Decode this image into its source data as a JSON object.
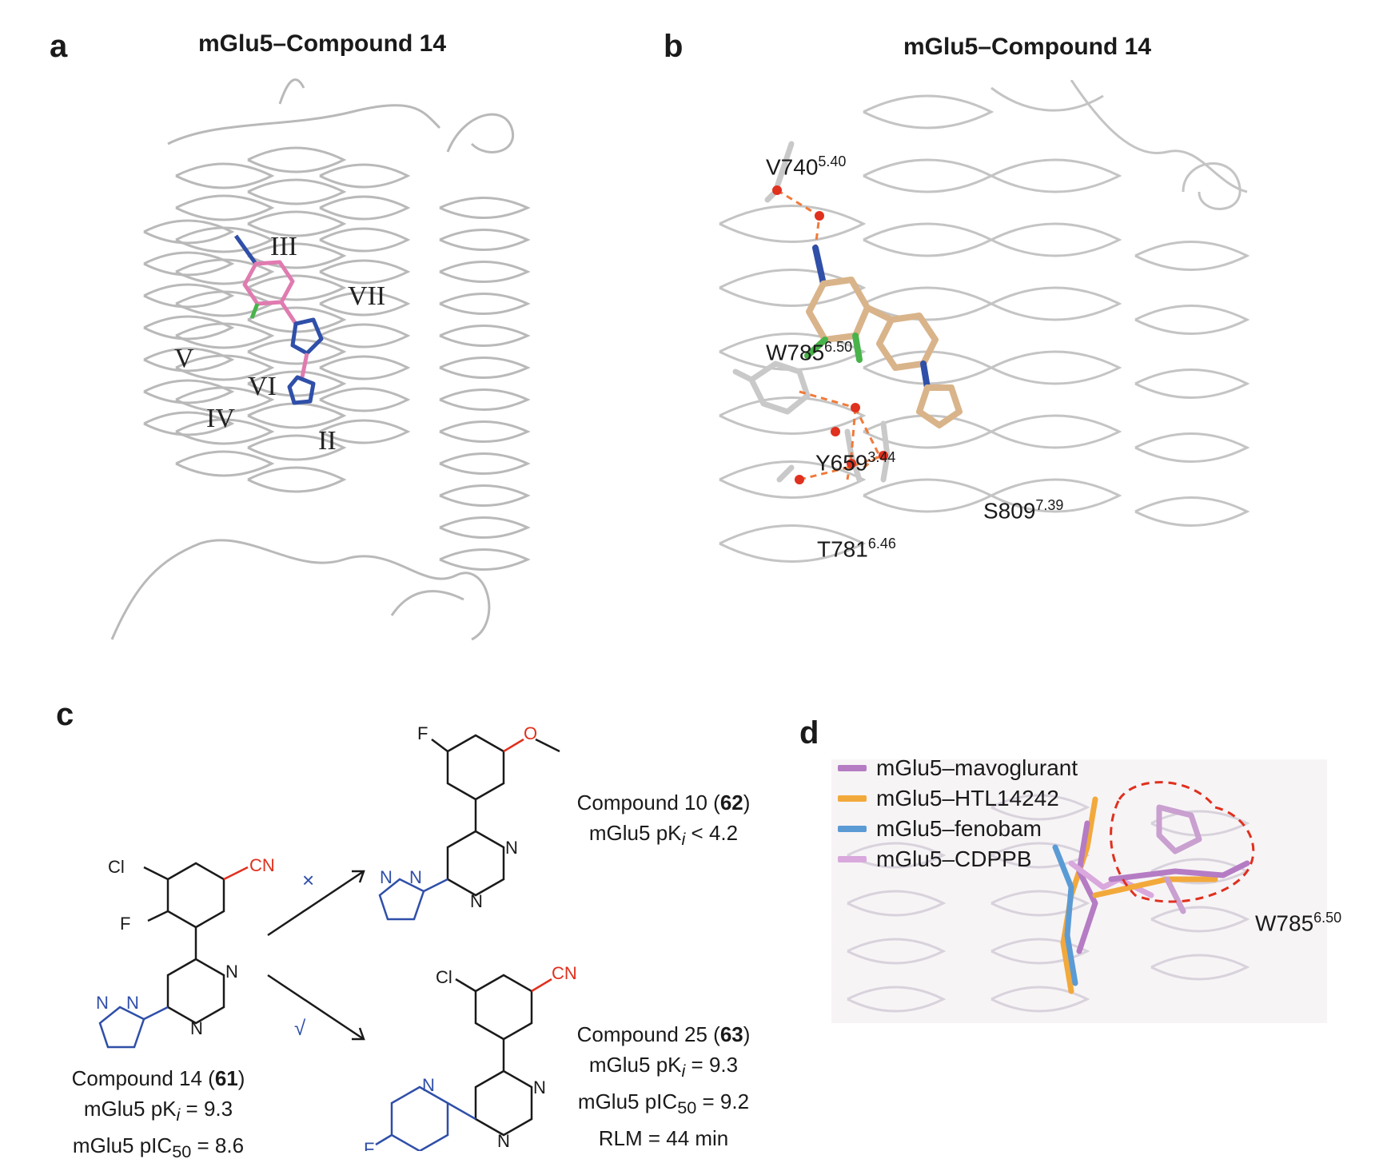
{
  "panel_a": {
    "letter": "a",
    "title": "mGlu5–Compound 14",
    "helices": [
      "III",
      "VII",
      "V",
      "VI",
      "IV",
      "II"
    ]
  },
  "panel_b": {
    "letter": "b",
    "title": "mGlu5–Compound 14",
    "residues": [
      {
        "name": "V740",
        "sup": "5.40"
      },
      {
        "name": "W785",
        "sup": "6.50"
      },
      {
        "name": "Y659",
        "sup": "3.44"
      },
      {
        "name": "S809",
        "sup": "7.39"
      },
      {
        "name": "T781",
        "sup": "6.46"
      }
    ]
  },
  "panel_c": {
    "letter": "c",
    "arrow_fail": "×",
    "arrow_ok": "√",
    "compound14": {
      "name": "Compound 14 (",
      "id": "61",
      "close": ")",
      "l2a": "mGlu5 pK",
      "l2sub": "i",
      "l2b": " = 9.3",
      "l3a": "mGlu5 pIC",
      "l3sub": "50",
      "l3b": " = 8.6"
    },
    "compound10": {
      "name": "Compound 10 (",
      "id": "62",
      "close": ")",
      "l2a": "mGlu5 pK",
      "l2sub": "i",
      "l2b": " < 4.2"
    },
    "compound25": {
      "name": "Compound 25 (",
      "id": "63",
      "close": ")",
      "l2a": "mGlu5 pK",
      "l2sub": "i",
      "l2b": " = 9.3",
      "l3a": "mGlu5 pIC",
      "l3sub": "50",
      "l3b": " = 9.2",
      "l4": "RLM = 44 min"
    },
    "atoms": {
      "cl": "Cl",
      "f": "F",
      "cn": "CN",
      "n": "N",
      "o": "O"
    }
  },
  "panel_d": {
    "letter": "d",
    "legend": [
      {
        "label": "mGlu5–mavoglurant",
        "color": "#b57cc4"
      },
      {
        "label": "mGlu5–HTL14242",
        "color": "#f2a93b"
      },
      {
        "label": "mGlu5–fenobam",
        "color": "#5b9bd5"
      },
      {
        "label": "mGlu5–CDPPB",
        "color": "#d9a8dd"
      }
    ],
    "residue": {
      "name": "W785",
      "sup": "6.50"
    }
  },
  "colors": {
    "ribbon": "#b9b9b9",
    "ligand_pink": "#e07bb0",
    "ligand_tan": "#d9b48a",
    "nitrogen": "#2f4fa8",
    "oxygen": "#e0301e",
    "fluorine": "#48b34a",
    "hbond": "#f07a3a",
    "red_text": "#e0301e",
    "blue_text": "#2f4fa8"
  }
}
